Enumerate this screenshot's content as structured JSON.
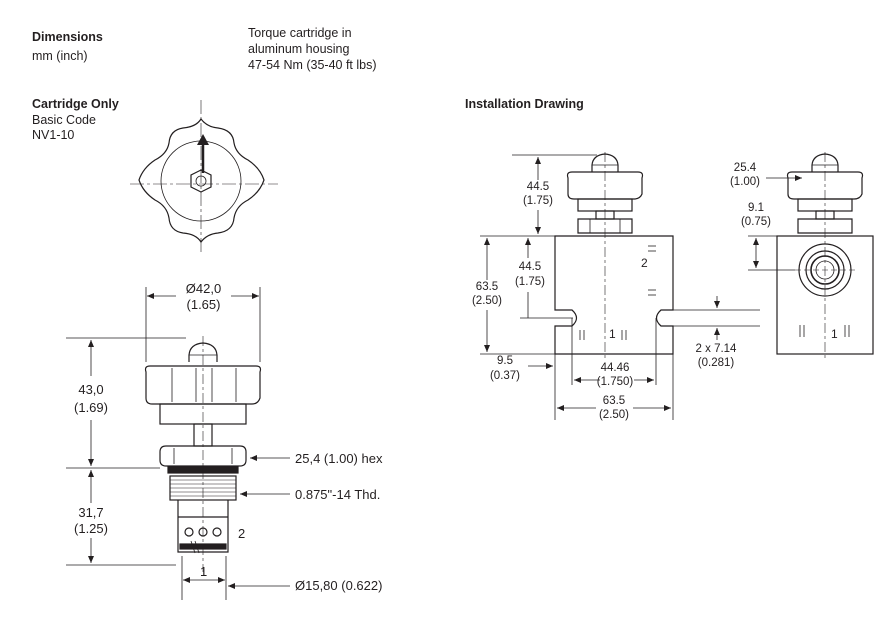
{
  "header": {
    "dimensions_title": "Dimensions",
    "dimensions_units": "mm (inch)",
    "note_line1": "Torque cartridge in",
    "note_line2": "aluminum housing",
    "note_line3": "47-54 Nm (35-40 ft lbs)"
  },
  "cartridge": {
    "title": "Cartridge Only",
    "basic_code_label": "Basic Code",
    "code": "NV1-10",
    "width_mm": "Ø42,0",
    "width_in": "(1.65)",
    "height_top_mm": "43,0",
    "height_top_in": "(1.69)",
    "height_bottom_mm": "31,7",
    "height_bottom_in": "(1.25)",
    "hex_label": "25,4 (1.00) hex",
    "thread_label": "0.875\"-14 Thd.",
    "port2_label": "2",
    "port1_label": "1",
    "bottom_dia_label": "Ø15,80 (0.622)"
  },
  "installation": {
    "title": "Installation Drawing",
    "knob_height_mm": "44.5",
    "knob_height_in": "(1.75)",
    "body_height_mm": "63.5",
    "body_height_in": "(2.50)",
    "port_height_mm": "44.5",
    "port_height_in": "(1.75)",
    "edge_offset_mm": "9.5",
    "edge_offset_in": "(0.37)",
    "center_dist_mm": "44.46",
    "center_dist_in": "(1.750)",
    "body_width_mm": "63.5",
    "body_width_in": "(2.50)",
    "mount_hole_mm": "2 x 7.14",
    "mount_hole_in": "(0.281)",
    "port2_label": "2",
    "port1_label": "1",
    "side_hex_mm": "25.4",
    "side_hex_in": "(1.00)",
    "side_offset_mm": "9.1",
    "side_offset_in": "(0.75)",
    "side_port1_label": "1"
  }
}
